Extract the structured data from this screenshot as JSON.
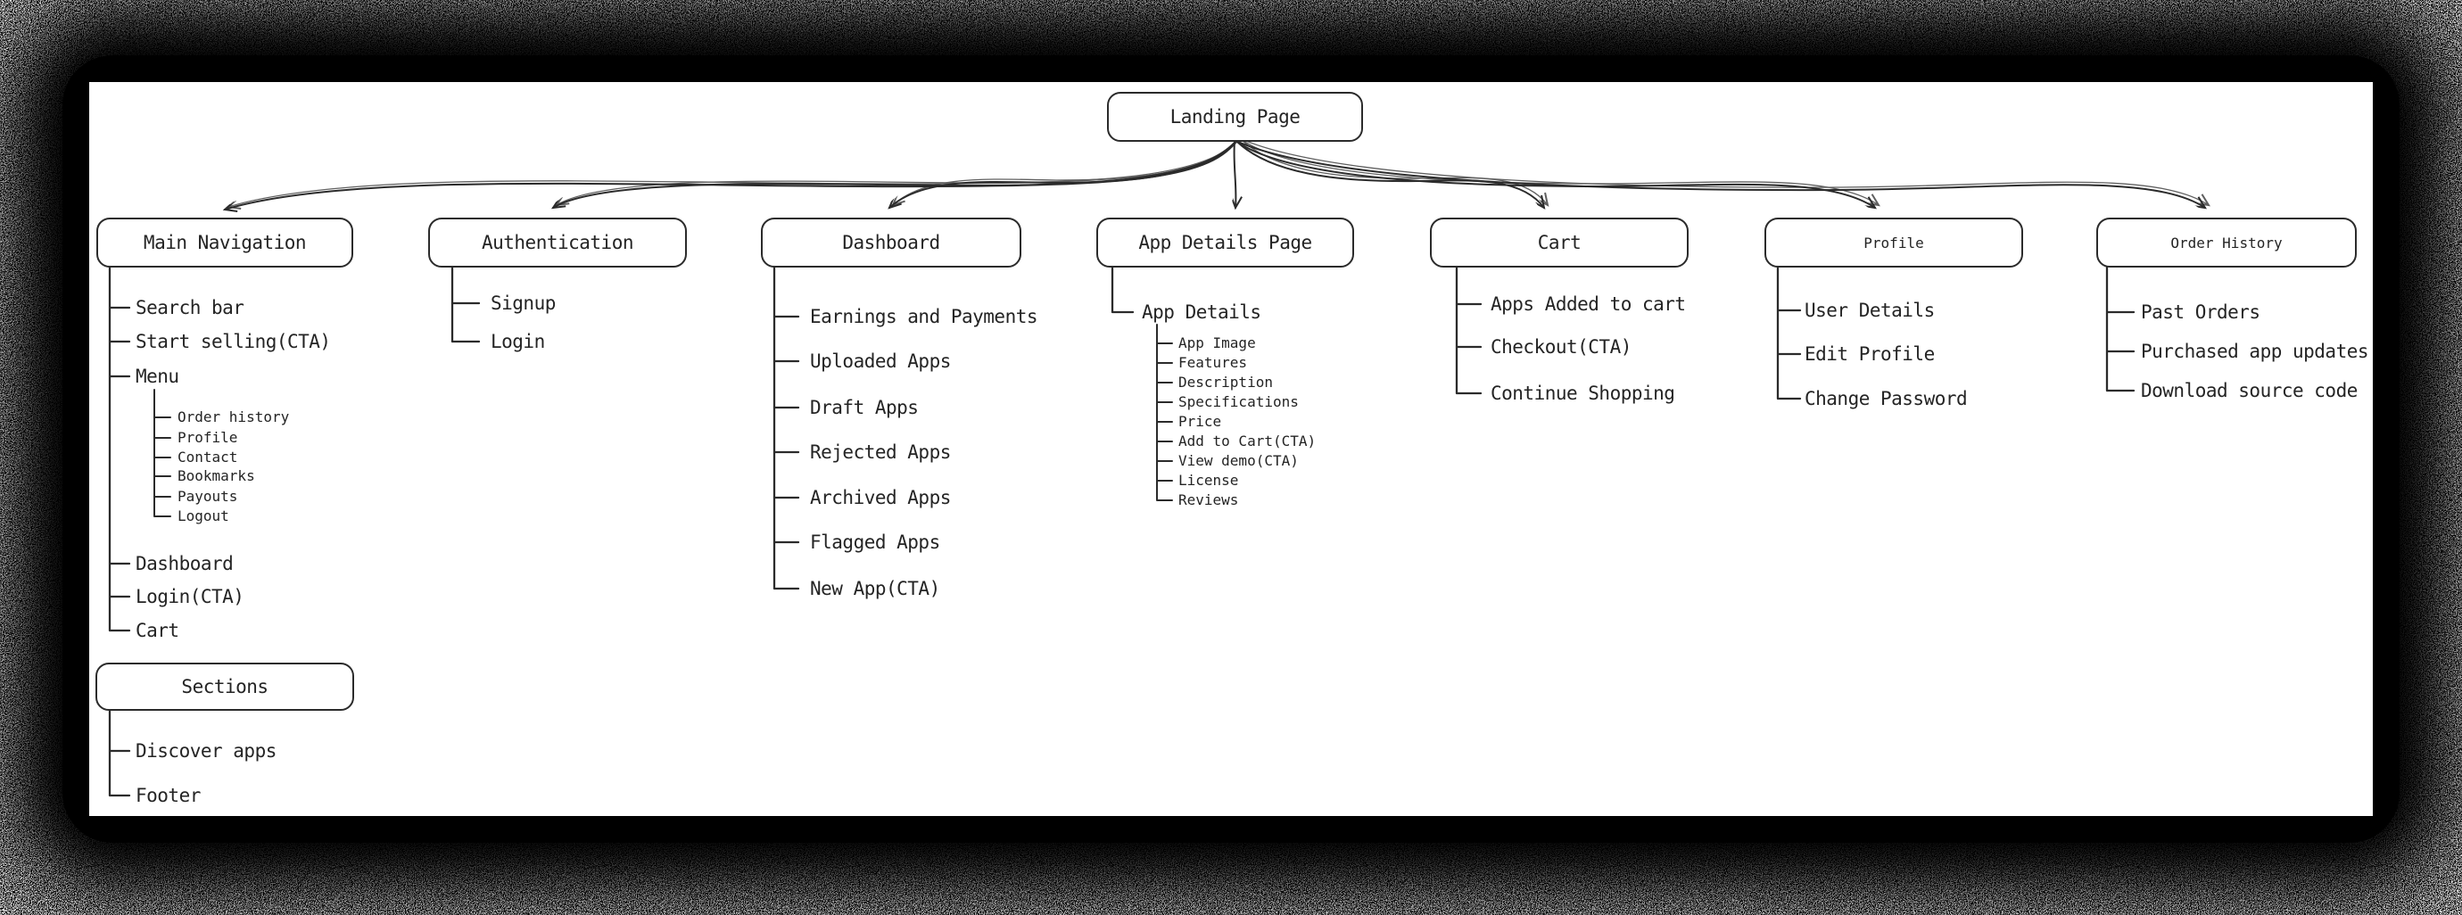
{
  "diagram": {
    "root": {
      "label": "Landing Page"
    },
    "sections": {
      "main_navigation": {
        "title": "Main Navigation",
        "items": [
          {
            "label": "Search bar"
          },
          {
            "label": "Start selling(CTA)"
          },
          {
            "label": "Menu",
            "children": [
              {
                "label": "Order history"
              },
              {
                "label": "Profile"
              },
              {
                "label": "Contact"
              },
              {
                "label": "Bookmarks"
              },
              {
                "label": "Payouts"
              },
              {
                "label": "Logout"
              }
            ]
          },
          {
            "label": "Dashboard"
          },
          {
            "label": "Login(CTA)"
          },
          {
            "label": "Cart"
          }
        ]
      },
      "sections_box": {
        "title": "Sections",
        "items": [
          {
            "label": "Discover apps"
          },
          {
            "label": "Footer"
          }
        ]
      },
      "authentication": {
        "title": "Authentication",
        "items": [
          {
            "label": "Signup"
          },
          {
            "label": "Login"
          }
        ]
      },
      "dashboard": {
        "title": "Dashboard",
        "items": [
          {
            "label": "Earnings and Payments"
          },
          {
            "label": "Uploaded Apps"
          },
          {
            "label": "Draft Apps"
          },
          {
            "label": "Rejected Apps"
          },
          {
            "label": "Archived Apps"
          },
          {
            "label": "Flagged Apps"
          },
          {
            "label": "New App(CTA)"
          }
        ]
      },
      "app_details_page": {
        "title": "App Details Page",
        "items": [
          {
            "label": "App Details",
            "children": [
              {
                "label": "App Image"
              },
              {
                "label": "Features"
              },
              {
                "label": "Description"
              },
              {
                "label": "Specifications"
              },
              {
                "label": "Price"
              },
              {
                "label": "Add to Cart(CTA)"
              },
              {
                "label": "View demo(CTA)"
              },
              {
                "label": "License"
              },
              {
                "label": "Reviews"
              }
            ]
          }
        ]
      },
      "cart": {
        "title": "Cart",
        "items": [
          {
            "label": "Apps Added to cart"
          },
          {
            "label": "Checkout(CTA)"
          },
          {
            "label": "Continue Shopping"
          }
        ]
      },
      "profile": {
        "title": "Profile",
        "items": [
          {
            "label": "User Details"
          },
          {
            "label": "Edit Profile"
          },
          {
            "label": "Change Password"
          }
        ]
      },
      "order_history": {
        "title": "Order History",
        "items": [
          {
            "label": "Past Orders"
          },
          {
            "label": "Purchased app updates"
          },
          {
            "label": "Download source code"
          }
        ]
      }
    },
    "colors": {
      "ink": "#2b2b2b",
      "canvas": "#ffffff",
      "frame": "#000000"
    }
  }
}
